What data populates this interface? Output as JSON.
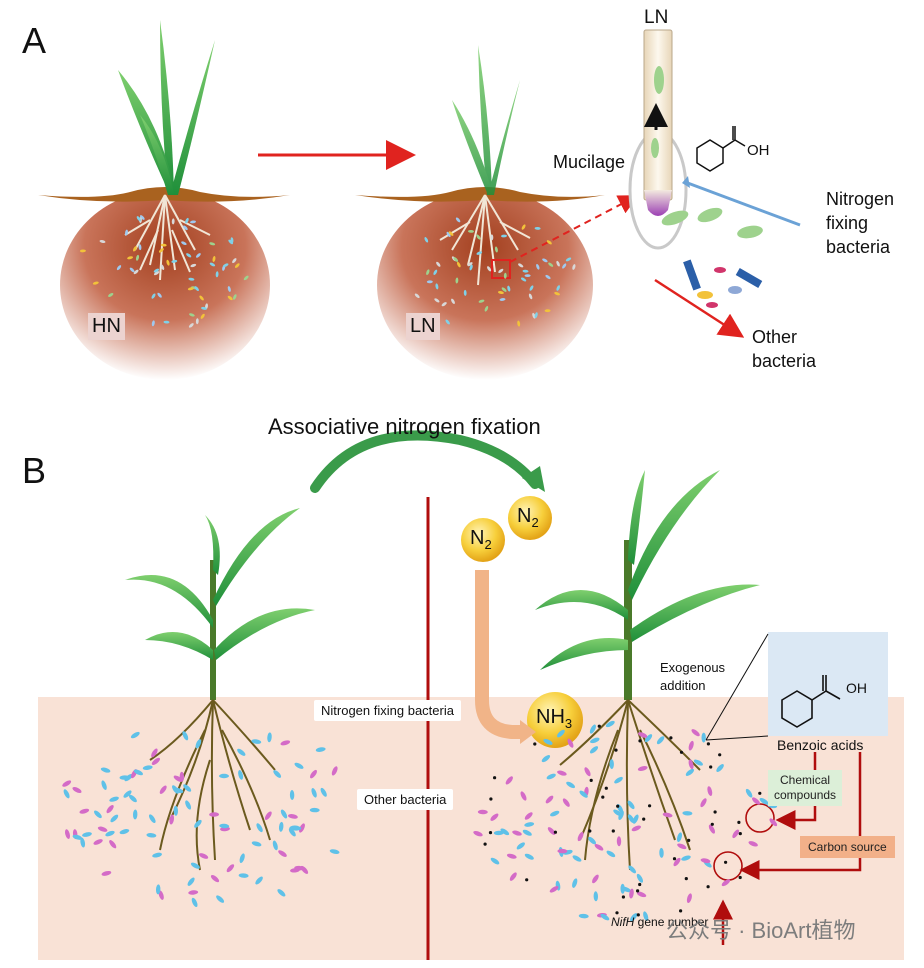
{
  "panel_a": {
    "letter": "A",
    "soil_label_left": "HN",
    "soil_label_right": "LN",
    "root_tube_label": "LN",
    "mucilage": "Mucilage",
    "oh": "OH",
    "nitrogen_fixing_bacteria": [
      "Nitrogen",
      "fixing",
      "bacteria"
    ],
    "other_bacteria": [
      "Other",
      "bacteria"
    ]
  },
  "panel_b": {
    "letter": "B",
    "title": "Associative nitrogen fixation",
    "n2": "N",
    "n2_sub": "2",
    "nh3": "NH",
    "nh3_sub": "3",
    "callout_nfb": "Nitrogen fixing bacteria",
    "callout_other": "Other bacteria",
    "exogenous": [
      "Exogenous",
      "addition"
    ],
    "benzoic": "Benzoic acids",
    "oh": "OH",
    "chemical": [
      "Chemical",
      "compounds"
    ],
    "carbon": "Carbon source",
    "nifh_italic": "NifH",
    "nifh_rest": " gene number"
  },
  "watermark": "公众号 · BioArt植物",
  "colors": {
    "red_arrow": "#e0231f",
    "dark_red": "#b00d0d",
    "blue_arrow": "#6ba2d6",
    "soil_b": "#f9e2d6",
    "soil_a": "#b34a2c",
    "leaf_green": "#3cb14a",
    "nh3_arrow": "#f1b488",
    "bubble_yellow": "#f6c22d",
    "benzoic_box": "#dbe8f4"
  }
}
